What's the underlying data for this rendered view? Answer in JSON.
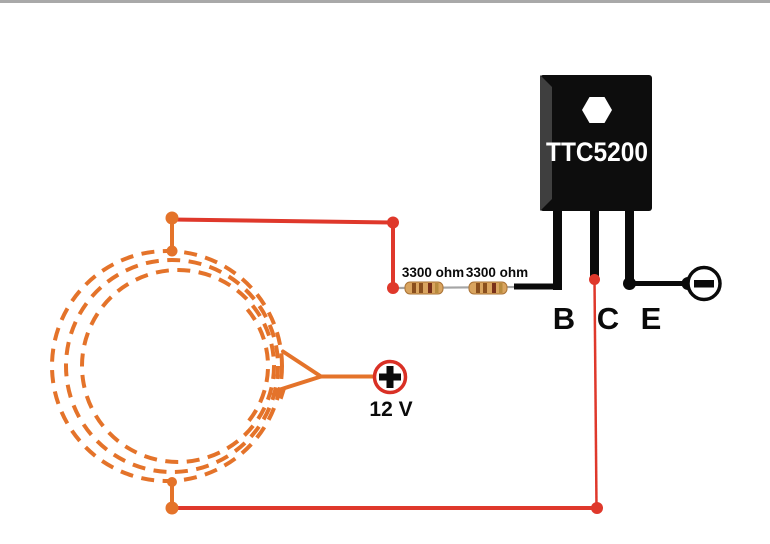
{
  "colors": {
    "top_border": "#a9a9a9",
    "coil_orange": "#e4732a",
    "wire_red": "#df382b",
    "wire_black": "#0a0a0a",
    "resistor_body": "#d9a45f",
    "resistor_outline": "#aa7336",
    "band_brown": "#8a4f1d",
    "band_dark": "#79301a",
    "band_gold": "#b88b3e",
    "lead_gray": "#a5a5a5",
    "terminal_plus_ring": "#d93025",
    "terminal_symbol": "#0a0a0a",
    "transistor_body": "#0d0d0d",
    "transistor_bevel": "#3f3f3f",
    "label_black": "#0a0a0a",
    "text_white": "#ffffff"
  },
  "transistor": {
    "part_number": "TTC5200",
    "pins": [
      {
        "label": "B"
      },
      {
        "label": "C"
      },
      {
        "label": "E"
      }
    ]
  },
  "resistors": [
    {
      "label": "3300 ohm"
    },
    {
      "label": "3300 ohm"
    }
  ],
  "power_supply": {
    "voltage_label": "12 V",
    "plus_symbol": "+",
    "minus_symbol": "−"
  }
}
